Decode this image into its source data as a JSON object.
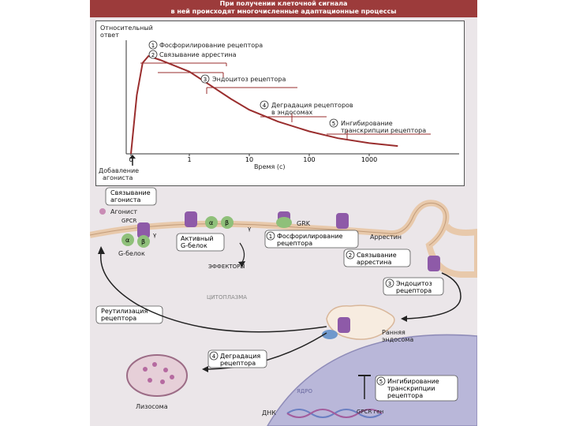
{
  "header": {
    "line1": "При получении клеточной сигнала",
    "line2": "в ней происходят многочисленные адаптационные процессы"
  },
  "chart_data": {
    "type": "line",
    "title": "",
    "ylabel_line1": "Относительный",
    "ylabel_line2": "ответ",
    "xlabel": "Время (с)",
    "x_scale": "log",
    "x_ticks": [
      "0",
      "1",
      "10",
      "100",
      "1000"
    ],
    "agonist_line1": "Добавление",
    "agonist_line2": "агониста",
    "series": [
      {
        "x": [
          0,
          0.1,
          0.2,
          0.3,
          0.5,
          1,
          2,
          5,
          10,
          30,
          100,
          300,
          1000,
          3000
        ],
        "y": [
          0,
          0.6,
          0.93,
          1.0,
          0.96,
          0.84,
          0.72,
          0.56,
          0.45,
          0.33,
          0.23,
          0.16,
          0.11,
          0.08
        ]
      }
    ],
    "annotations": [
      {
        "num": "1",
        "text": "Фосфорилирование рецептора"
      },
      {
        "num": "2",
        "text": "Связывание арреcтина"
      },
      {
        "num": "3",
        "text": "Эндоцитоз рецептора"
      },
      {
        "num": "4",
        "text": "Деградация рецепторов",
        "text2": "в эндосомах"
      },
      {
        "num": "5",
        "text": "Ингибирование",
        "text2": "транскрипции рецептора"
      }
    ]
  },
  "diagram": {
    "agonist_binding": [
      "Связывание",
      "агониста"
    ],
    "agonist": "Агонист",
    "gpcr": "GPCR",
    "g_protein": "G-белок",
    "alpha": "α",
    "beta": "β",
    "gamma": "γ",
    "active_g": [
      "Активный",
      "G-белок"
    ],
    "effectors": "ЭФФЕКТОРЫ",
    "grk": "GRK",
    "step1": {
      "num": "1",
      "lines": [
        "Фосфорилирование",
        "рецептора"
      ]
    },
    "arrestin": "Арреcтин",
    "step2": {
      "num": "2",
      "lines": [
        "Связывание",
        "арреcтина"
      ]
    },
    "step3": {
      "num": "3",
      "lines": [
        "Эндоцитоз",
        "рецептора"
      ]
    },
    "cytoplasm": "ЦИТОПЛАЗМА",
    "recycling": [
      "Реутилизация",
      "рецептора"
    ],
    "early_endosome": [
      "Ранняя",
      "эндосома"
    ],
    "step4": {
      "num": "4",
      "lines": [
        "Деградация",
        "рецептора"
      ]
    },
    "lysosome": "Лизосома",
    "nucleus": "ЯДРО",
    "step5": {
      "num": "5",
      "lines": [
        "Ингибирование",
        "транскрипции",
        "рецептора"
      ]
    },
    "dna": "ДНК",
    "gpcr_gene": "GPCR ген"
  },
  "colors": {
    "header": "#9c3b3b",
    "curve": "#9a2e2e",
    "receptor": "#8e5aa8",
    "g_protein": "#8fc07a",
    "arrestin": "#6f98cc",
    "membrane": "#f2dcc5",
    "nucleus": "#b9b7d9"
  }
}
